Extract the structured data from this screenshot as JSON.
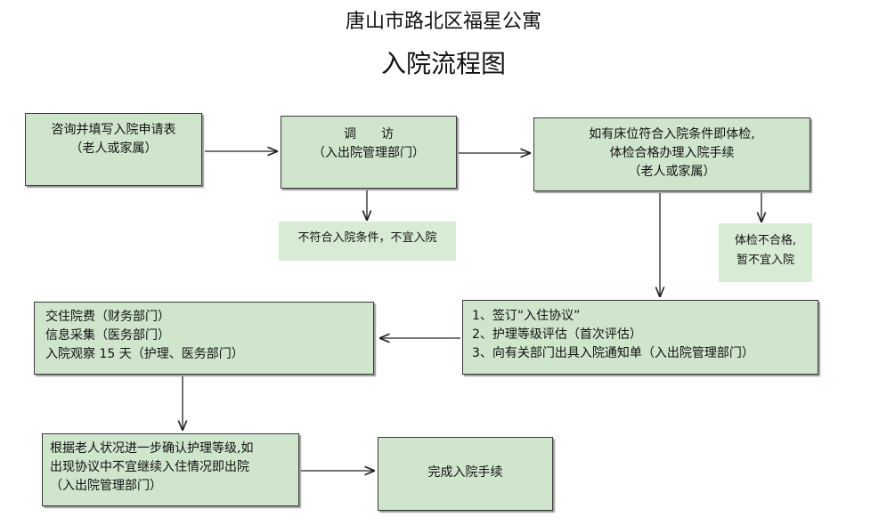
{
  "header": {
    "org": "唐山市路北区福星公寓",
    "title": "入院流程图"
  },
  "steps": {
    "apply": [
      "咨询并填写入院申请表",
      "（老人或家属）"
    ],
    "visit": [
      "调　　访",
      "（入出院管理部门）"
    ],
    "checkup": [
      "如有床位符合入院条件即体检,",
      "体检合格办理入院手续",
      "（老人或家属）"
    ],
    "reject_conditions": [
      "不符合入院条件，不宜入院"
    ],
    "reject_checkup": [
      "体检不合格,",
      "暂不宜入院"
    ],
    "contract": [
      "1、签订“入住协议”",
      "2、护理等级评估（首次评估）",
      "3、向有关部门出具入院通知单（入出院管理部门）"
    ],
    "fees": [
      "交住院费（财务部门）",
      "信息采集（医务部门）",
      "入院观察 15 天（护理、医务部门）"
    ],
    "confirm": [
      "根据老人状况进一步确认护理等级,如",
      "出现协议中不宜继续入住情况即出院",
      "（入出院管理部门）"
    ],
    "complete": [
      "完成入院手续"
    ]
  },
  "colors": {
    "box_fill": "#cfe6cd",
    "note_fill": "#d8ecd5",
    "border": "#3a3a3a"
  }
}
